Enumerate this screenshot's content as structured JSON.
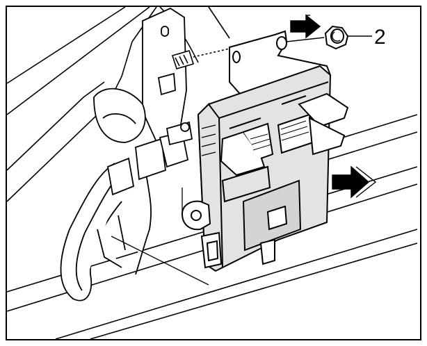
{
  "diagram": {
    "callouts": [
      {
        "id": "nut",
        "label": "2"
      }
    ],
    "arrows": [
      {
        "name": "nut-removal-direction"
      },
      {
        "name": "module-removal-direction"
      }
    ],
    "colors": {
      "line": "#000000",
      "module_fill": "#e3e3e3",
      "module_shadow": "#bdbdbd",
      "arrow_fill": "#000000",
      "background": "#ffffff"
    }
  }
}
